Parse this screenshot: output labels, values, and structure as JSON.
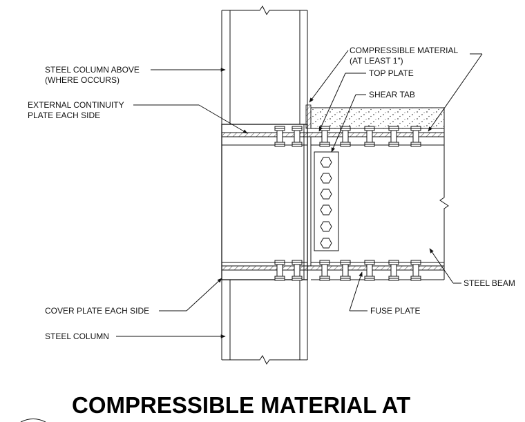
{
  "labels": {
    "steel_column_above_1": "STEEL COLUMN ABOVE",
    "steel_column_above_2": "(WHERE OCCURS)",
    "ext_plate_1": "EXTERNAL CONTINUITY",
    "ext_plate_2": "PLATE EACH SIDE",
    "cover_plate": "COVER PLATE EACH SIDE",
    "steel_column": "STEEL COLUMN",
    "compressible_1": "COMPRESSIBLE MATERIAL",
    "compressible_2": "(AT LEAST 1\")",
    "top_plate": "TOP PLATE",
    "shear_tab": "SHEAR TAB",
    "steel_beam": "STEEL BEAM",
    "fuse_plate": "FUSE PLATE"
  },
  "title": "COMPRESSIBLE MATERIAL AT"
}
